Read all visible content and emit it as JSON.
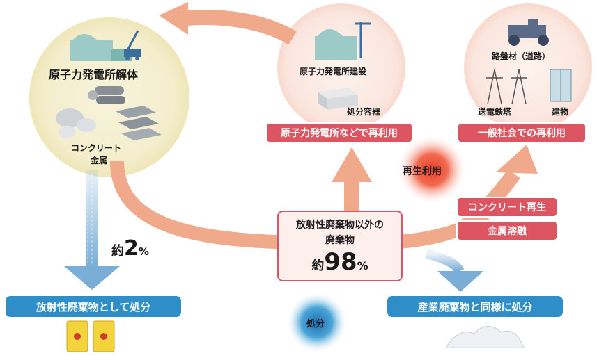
{
  "decommission": {
    "title": "原子力発電所解体",
    "materials": [
      "コンクリート",
      "金属"
    ]
  },
  "nuclear_reuse": {
    "construction_label": "原子力発電所建設",
    "container_label": "処分容器",
    "banner": "原子力発電所などで再利用"
  },
  "public_reuse": {
    "road_label": "路盤材（道路）",
    "tower_label": "送電鉄塔",
    "building_label": "建物",
    "banner": "一般社会での再利用"
  },
  "recycle_bubble": "再生利用",
  "process_tags": [
    "コンクリート再生",
    "金属溶融"
  ],
  "non_radioactive": {
    "lines": [
      "放射性廃棄物以外の",
      "廃棄物"
    ],
    "prefix": "約",
    "number": "98",
    "unit": "%"
  },
  "radioactive_share": {
    "prefix": "約",
    "number": "2",
    "unit": "%"
  },
  "radioactive_banner": "放射性廃棄物として処分",
  "industrial_banner": "産業廃棄物と同様に処分",
  "disposal_bubble": "処分",
  "colors": {
    "arrow": "#f0a98a",
    "down_arrow": "#7aaed6",
    "red_banner": "#dd5560",
    "blue_banner": "#2f8ec8",
    "circle_fill": "#f6f1d8",
    "pink_circle": "#fbe7e0"
  }
}
